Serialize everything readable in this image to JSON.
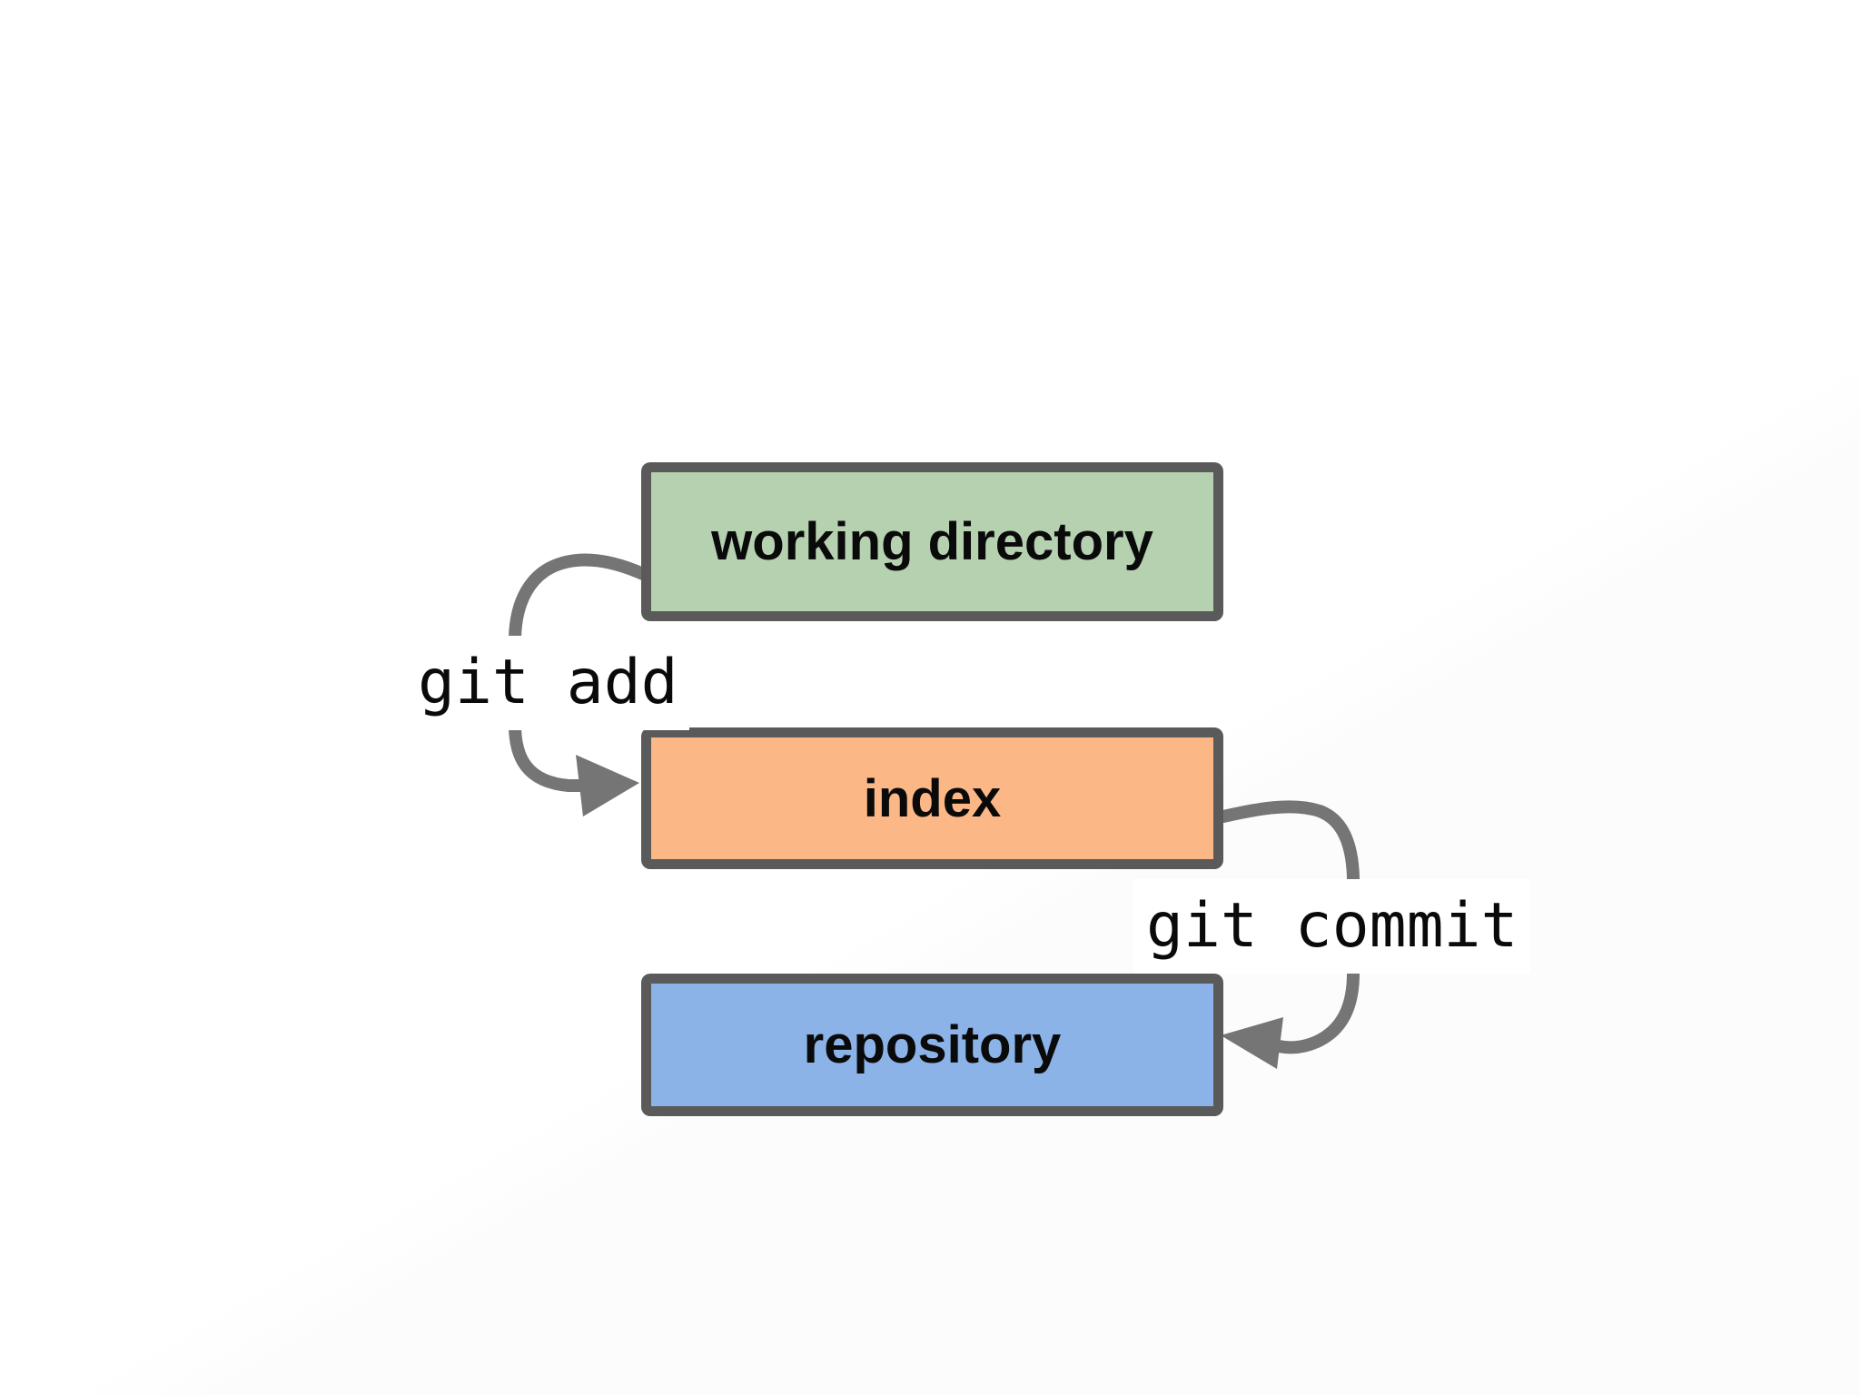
{
  "diagram": {
    "type": "flow-diagram",
    "background": "#ffffff",
    "arrow_color": "#757575",
    "border_color": "#5a5a5a",
    "text_color": "#0a0a0a",
    "nodes": [
      {
        "id": "working-directory",
        "label": "working directory",
        "fill": "#b5d1b0"
      },
      {
        "id": "index",
        "label": "index",
        "fill": "#fcb787"
      },
      {
        "id": "repository",
        "label": "repository",
        "fill": "#8bb3e8"
      }
    ],
    "edges": [
      {
        "id": "git-add",
        "label": "git add",
        "from": "working-directory",
        "to": "index"
      },
      {
        "id": "git-commit",
        "label": "git commit",
        "from": "index",
        "to": "repository"
      }
    ]
  }
}
